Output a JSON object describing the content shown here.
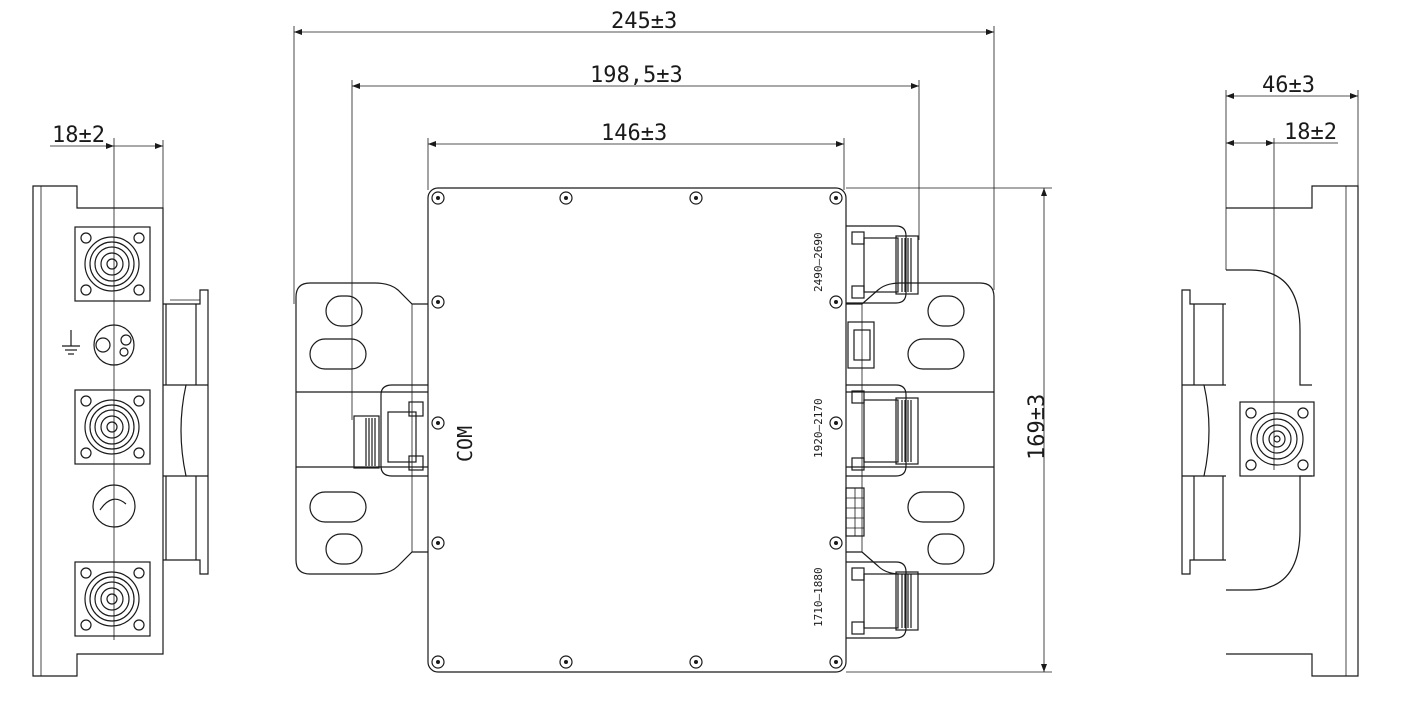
{
  "dimensions": {
    "overall_width": "245±3",
    "connector_span": "198,5±3",
    "body_width": "146±3",
    "height": "169±3",
    "left_offset": "18±2",
    "right_depth": "46±3",
    "right_offset": "18±2"
  },
  "ports": {
    "com": "COM",
    "band_high": "2490–2690",
    "band_mid": "1920–2170",
    "band_low": "1710–1880"
  },
  "colors": {
    "line": "#1a1a1a",
    "background": "#ffffff"
  }
}
